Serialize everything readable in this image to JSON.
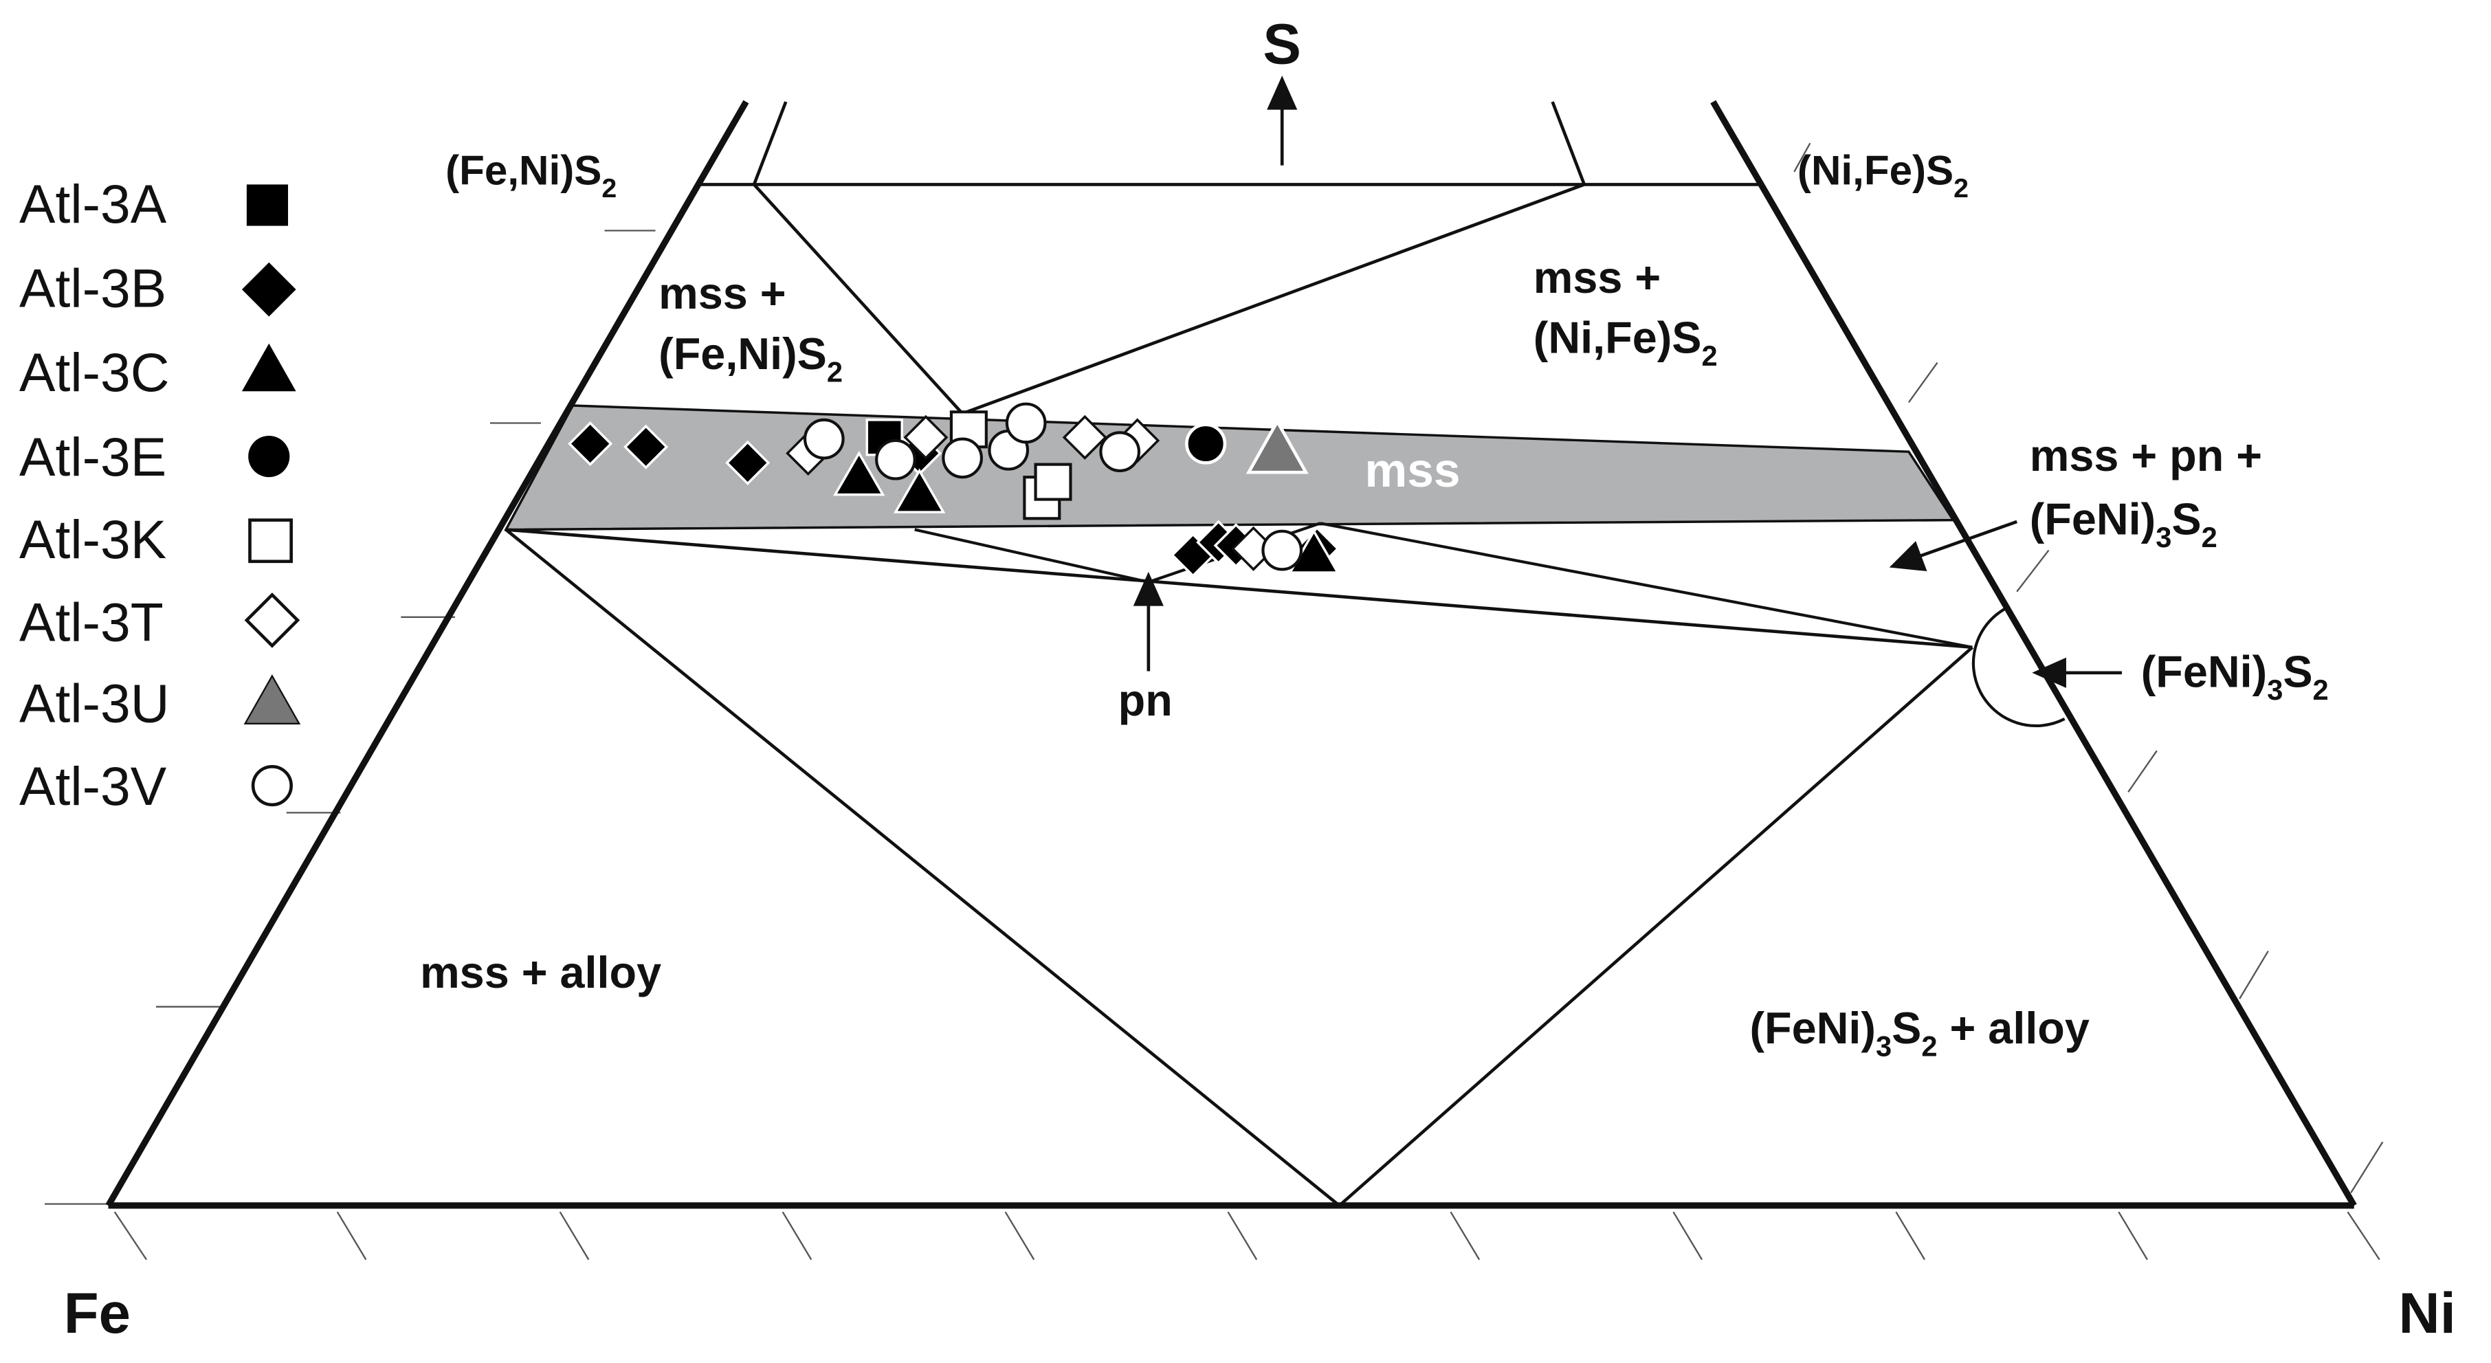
{
  "corners": {
    "top": "S",
    "left": "Fe",
    "right": "Ni"
  },
  "phase_labels": {
    "fe_ni_s2": {
      "pre": "(Fe,Ni)S",
      "sub": "2",
      "post": ""
    },
    "ni_fe_s2": {
      "pre": "(Ni,Fe)S",
      "sub": "2",
      "post": ""
    },
    "mss_fens2_line1": "mss +",
    "mss_fens2_line2": {
      "pre": "(Fe,Ni)S",
      "sub": "2",
      "post": ""
    },
    "mss_nifes2_line1": "mss +",
    "mss_nifes2_line2": {
      "pre": "(Ni,Fe)S",
      "sub": "2",
      "post": ""
    },
    "mss": "mss",
    "mss_pn_line1": "mss + pn +",
    "mss_pn_line2": {
      "pre": "(FeNi)",
      "sub": "3",
      "mid": "S",
      "sub2": "2",
      "post": ""
    },
    "feni3s2": {
      "pre": "(FeNi)",
      "sub": "3",
      "mid": "S",
      "sub2": "2",
      "post": ""
    },
    "pn": "pn",
    "mss_alloy": "mss + alloy",
    "feni3s2_alloy": {
      "pre": "(FeNi)",
      "sub": "3",
      "mid": "S",
      "sub2": "2",
      "post": " + alloy"
    }
  },
  "legend": [
    {
      "label": "Atl-3A",
      "shape": "square",
      "fill": "#000000"
    },
    {
      "label": "Atl-3B",
      "shape": "diamond",
      "fill": "#000000"
    },
    {
      "label": "Atl-3C",
      "shape": "triangle",
      "fill": "#000000"
    },
    {
      "label": "Atl-3E",
      "shape": "circle",
      "fill": "#000000"
    },
    {
      "label": "Atl-3K",
      "shape": "square",
      "fill": "#ffffff"
    },
    {
      "label": "Atl-3T",
      "shape": "diamond",
      "fill": "#ffffff"
    },
    {
      "label": "Atl-3U",
      "shape": "triangle",
      "fill": "#777777"
    },
    {
      "label": "Atl-3V",
      "shape": "circle",
      "fill": "#ffffff"
    }
  ],
  "colors": {
    "mss_band": "#b0b2b4",
    "line": "#111111",
    "mss_text": "#ffffff"
  }
}
